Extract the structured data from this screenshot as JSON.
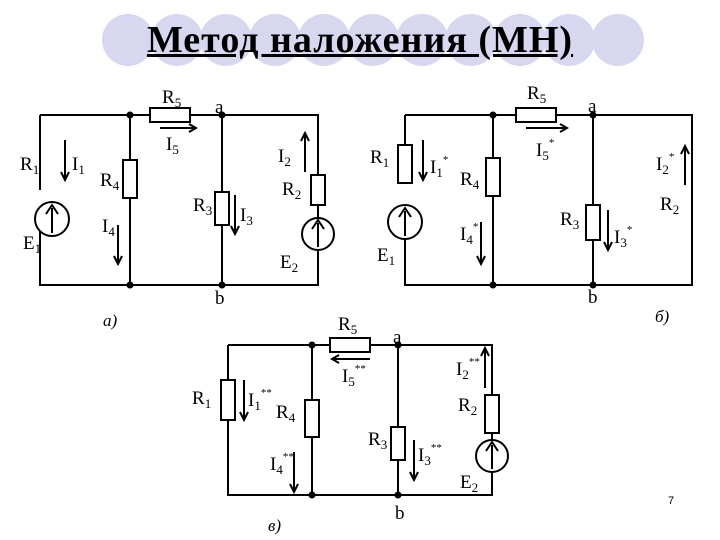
{
  "title": "Метод наложения (МН)",
  "page_number": "7",
  "colors": {
    "decoration_circles": "#d7d7f0",
    "lines": "#000000"
  },
  "circuits": [
    {
      "caption": "а)",
      "nodes": [
        "a",
        "b"
      ],
      "elements": [
        {
          "kind": "resistor",
          "label": "R",
          "sub": "5"
        },
        {
          "kind": "resistor",
          "label": "R",
          "sub": "1"
        },
        {
          "kind": "resistor",
          "label": "R",
          "sub": "4"
        },
        {
          "kind": "resistor",
          "label": "R",
          "sub": "3"
        },
        {
          "kind": "resistor",
          "label": "R",
          "sub": "2"
        },
        {
          "kind": "source",
          "label": "E",
          "sub": "1"
        },
        {
          "kind": "source",
          "label": "E",
          "sub": "2"
        }
      ],
      "currents": [
        {
          "label": "I",
          "sub": "5",
          "star": ""
        },
        {
          "label": "I",
          "sub": "1",
          "star": ""
        },
        {
          "label": "I",
          "sub": "4",
          "star": ""
        },
        {
          "label": "I",
          "sub": "3",
          "star": ""
        },
        {
          "label": "I",
          "sub": "2",
          "star": ""
        }
      ]
    },
    {
      "caption": "б)",
      "nodes": [
        "a",
        "b"
      ],
      "elements": [
        {
          "kind": "resistor",
          "label": "R",
          "sub": "5"
        },
        {
          "kind": "resistor",
          "label": "R",
          "sub": "1"
        },
        {
          "kind": "resistor",
          "label": "R",
          "sub": "4"
        },
        {
          "kind": "resistor",
          "label": "R",
          "sub": "3"
        },
        {
          "kind": "resistor",
          "label": "R",
          "sub": "2"
        },
        {
          "kind": "source",
          "label": "E",
          "sub": "1"
        }
      ],
      "currents": [
        {
          "label": "I",
          "sub": "5",
          "star": "*"
        },
        {
          "label": "I",
          "sub": "1",
          "star": "*"
        },
        {
          "label": "I",
          "sub": "4",
          "star": "*"
        },
        {
          "label": "I",
          "sub": "3",
          "star": "*"
        },
        {
          "label": "I",
          "sub": "2",
          "star": "*"
        }
      ]
    },
    {
      "caption": "в)",
      "nodes": [
        "a",
        "b"
      ],
      "elements": [
        {
          "kind": "resistor",
          "label": "R",
          "sub": "5"
        },
        {
          "kind": "resistor",
          "label": "R",
          "sub": "1"
        },
        {
          "kind": "resistor",
          "label": "R",
          "sub": "4"
        },
        {
          "kind": "resistor",
          "label": "R",
          "sub": "3"
        },
        {
          "kind": "resistor",
          "label": "R",
          "sub": "2"
        },
        {
          "kind": "source",
          "label": "E",
          "sub": "2"
        }
      ],
      "currents": [
        {
          "label": "I",
          "sub": "5",
          "star": "**"
        },
        {
          "label": "I",
          "sub": "1",
          "star": "**"
        },
        {
          "label": "I",
          "sub": "4",
          "star": "**"
        },
        {
          "label": "I",
          "sub": "3",
          "star": "**"
        },
        {
          "label": "I",
          "sub": "2",
          "star": "**"
        }
      ]
    }
  ]
}
